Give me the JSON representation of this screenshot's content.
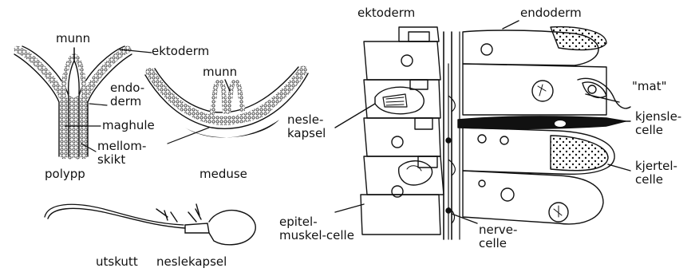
{
  "colors": {
    "ink": "#111111",
    "paper": "#ffffff",
    "stroke": "#1a1a1a"
  },
  "labels": {
    "polyp_munn": "munn",
    "polyp_ektoderm": "ektoderm",
    "endoderm_left": "endo-\nderm",
    "maghule": "maghule",
    "mellomskikt": "mellom-\nskikt",
    "polypp": "polypp",
    "meduse_munn": "munn",
    "meduse": "meduse",
    "utskutt": "utskutt",
    "neslekapsel_bottom": "neslekapsel",
    "ektoderm_top": "ektoderm",
    "endoderm_top": "endoderm",
    "mat": "\"mat\"",
    "neslekapsel_side": "nesle-\nkapsel",
    "kjenslecelle": "kjensle-\ncelle",
    "kjertelcelle": "kjertel-\ncelle",
    "epitelmuskelcelle": "epitel-\nmuskel-celle",
    "nervecelle": "nerve-\ncelle"
  }
}
